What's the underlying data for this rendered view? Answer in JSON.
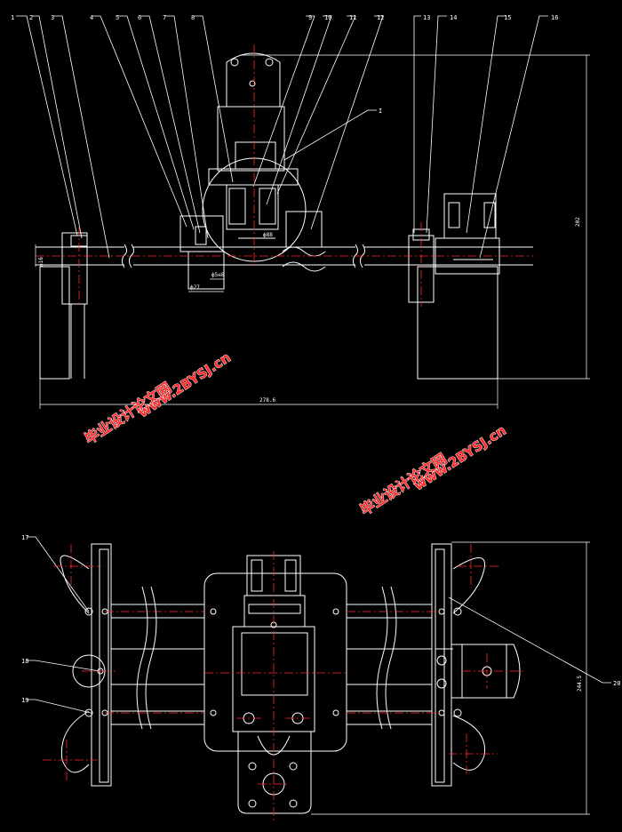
{
  "top_view": {
    "callouts": [
      "1",
      "2",
      "3",
      "4",
      "5",
      "6",
      "7",
      "8",
      "9",
      "10",
      "11",
      "12",
      "13",
      "14",
      "15",
      "16"
    ],
    "detail_label": "I",
    "dim_total_width": "278.6",
    "dim_height": "202",
    "dim_rod_dia": "ф16",
    "dim_bolt_dia": "ф27",
    "dim_bushing_dia": "ф5н8",
    "dim_motor_dia": "ф88"
  },
  "bottom_view": {
    "callouts": [
      "17",
      "18",
      "19",
      "20"
    ],
    "dim_height": "244.5"
  },
  "watermarks": [
    {
      "cn": "毕业设计论文网",
      "url": "www.2BYSJ.cn"
    },
    {
      "cn": "毕业设计论文网",
      "url": "www.2BYSJ.cn"
    }
  ],
  "colors": {
    "line": "#ffffff",
    "center": "#ff2a2a",
    "watermark": "#ff2a2a"
  }
}
